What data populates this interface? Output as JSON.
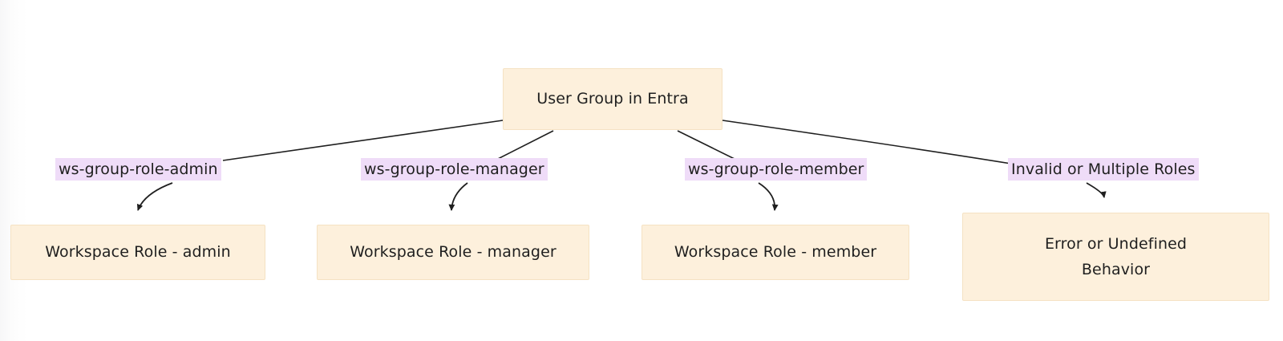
{
  "diagram": {
    "type": "flowchart",
    "direction": "top-down",
    "title": "",
    "theme": {
      "node_fill": "#fdf0dc",
      "node_stroke": "#f5e2c3",
      "edge_label_fill": "#efdcf8",
      "edge_stroke": "#1f1f1f",
      "text_color": "#1f1f1f",
      "background": "#ffffff"
    },
    "root": {
      "id": "user-group-in-entra",
      "label": "User Group in Entra"
    },
    "branches": [
      {
        "id": "branch-admin",
        "edge_label": "ws-group-role-admin",
        "target_id": "workspace-role-admin",
        "target_label": "Workspace Role - admin"
      },
      {
        "id": "branch-manager",
        "edge_label": "ws-group-role-manager",
        "target_id": "workspace-role-manager",
        "target_label": "Workspace Role - manager"
      },
      {
        "id": "branch-member",
        "edge_label": "ws-group-role-member",
        "target_id": "workspace-role-member",
        "target_label": "Workspace Role - member"
      },
      {
        "id": "branch-invalid",
        "edge_label": "Invalid or Multiple Roles",
        "target_id": "error-or-undefined-behavior",
        "target_label": "Error or Undefined\nBehavior"
      }
    ]
  }
}
